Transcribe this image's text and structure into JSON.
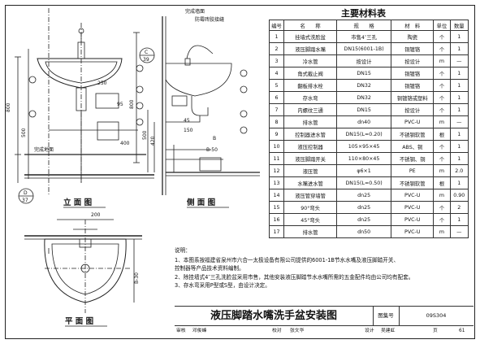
{
  "title": "主要材料表",
  "headers": [
    "编号",
    "名",
    "称",
    "规",
    "格",
    "材",
    "料",
    "单位",
    "数量"
  ],
  "rows": [
    [
      "1",
      "挂墙式洗脸盆",
      "市售4″三孔",
      "陶瓷",
      "个",
      "1"
    ],
    [
      "2",
      "液压脚踏水嘴",
      "DN15(6001-1B)",
      "铜镀铬",
      "个",
      "1"
    ],
    [
      "3",
      "冷水管",
      "按设计",
      "按设计",
      "m",
      "—"
    ],
    [
      "4",
      "角式截止阀",
      "DN15",
      "铜镀铬",
      "个",
      "1"
    ],
    [
      "5",
      "翻板排水栓",
      "DN32",
      "铜镀铬",
      "个",
      "1"
    ],
    [
      "6",
      "存水弯",
      "DN32",
      "铜镀铬或塑料",
      "个",
      "1"
    ],
    [
      "7",
      "内螺纹三通",
      "DN15",
      "按设计",
      "个",
      "1"
    ],
    [
      "8",
      "排水管",
      "dn40",
      "PVC-U",
      "m",
      "—"
    ],
    [
      "9",
      "控制器进水管",
      "DN15(L=0.20)",
      "不锈钢软管",
      "根",
      "1"
    ],
    [
      "10",
      "液压控制器",
      "105×95×45",
      "ABS、铜",
      "个",
      "1"
    ],
    [
      "11",
      "液压脚踏开关",
      "110×80×45",
      "不锈钢、铜",
      "个",
      "1"
    ],
    [
      "12",
      "液压管",
      "φ6×1",
      "PE",
      "m",
      "2.0"
    ],
    [
      "13",
      "水嘴进水管",
      "DN15(L=0.50)",
      "不锈钢软管",
      "根",
      "1"
    ],
    [
      "14",
      "液压管穿墙管",
      "dn25",
      "PVC-U",
      "m",
      "0.90"
    ],
    [
      "15",
      "90°弯头",
      "dn25",
      "PVC-U",
      "个",
      "2"
    ],
    [
      "16",
      "45°弯头",
      "dn25",
      "PVC-U",
      "个",
      "1"
    ],
    [
      "17",
      "排水管",
      "dn50",
      "PVC-U",
      "m",
      "—"
    ]
  ],
  "notes": {
    "heading": "说明：",
    "items": [
      "1、本图系按福建省泉州市六合一太极设备有限公司提供的6001-1B节水水嘴及液压脚踏开关、",
      "   控制器等产品技术资料编制。",
      "2、除挂墙式4″三孔洗脸盆采用市售，其他安装液压脚踏节水水嘴所需的五金配件均由公司均有配套。",
      "3、存水弯采用P型或S型，由设计决定。"
    ]
  },
  "title_block": {
    "drawing_title": "液压脚踏水嘴洗手盆安装图",
    "atlas_label": "图集号",
    "atlas_no": "09S304",
    "review_label": "审核",
    "reviewer": "邓俊峰",
    "check_label": "校对",
    "checker": "张文华",
    "design_label": "设计",
    "designer": "吴建虹",
    "page_label": "页",
    "page_no": "61"
  },
  "views": {
    "front_label": "立 面 图",
    "side_label": "侧 面 图",
    "plan_label": "平 面 图",
    "front_ref": "D",
    "front_ref_sheet": "37",
    "side_ref": "C",
    "side_ref_sheet": "39",
    "tile_label": "完成墙面",
    "floor_label": "完成地面",
    "moisture_label": "防霉砖胶接缝",
    "dim_800": "800",
    "dim_500": "500",
    "dim_200": "200",
    "dim_250": "250",
    "dim_95": "95",
    "dim_400": "400",
    "dim_45": "45",
    "dim_150": "150",
    "dim_420": "420",
    "dim_B": "B",
    "dim_B50": "B-50",
    "dim_B30": "B-30"
  }
}
